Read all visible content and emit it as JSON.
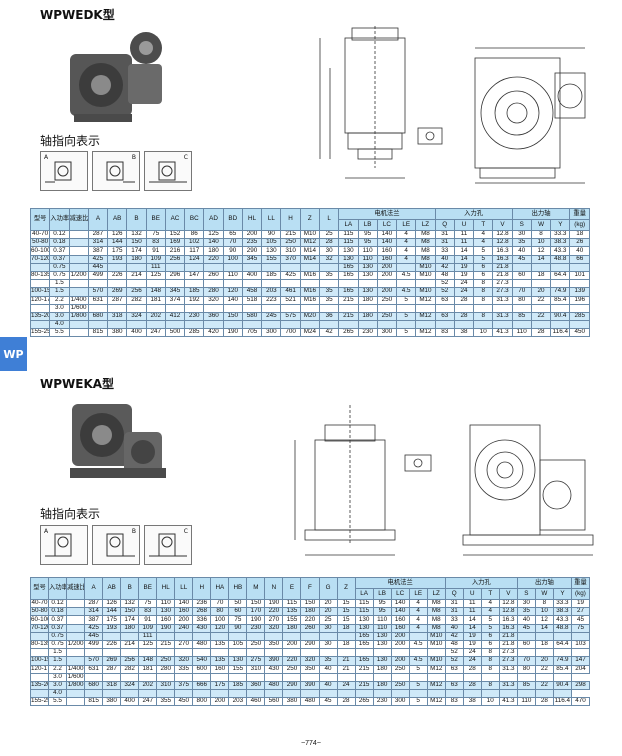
{
  "side_tab": "WP",
  "footer": "~774~",
  "sections": [
    {
      "title": "WPWEDK型",
      "subtitle": "轴指向表示",
      "views": [
        "A",
        "B",
        "C"
      ],
      "header_top": [
        "型号",
        "入功率",
        "减速比",
        "A",
        "AB",
        "B",
        "BE",
        "AC",
        "BC",
        "AD",
        "BD",
        "HL",
        "LL",
        "H",
        "Z",
        "L",
        "电机法兰",
        "入力孔",
        "出力轴",
        "重量"
      ],
      "header_sub": [
        "LA",
        "LB",
        "LC",
        "LE",
        "LZ",
        "Q",
        "U",
        "T",
        "V",
        "S",
        "W",
        "Y",
        "(kg)"
      ],
      "groups": [
        {
          "rows": [
            [
              "40-70",
              "0.12",
              "",
              "287",
              "126",
              "132",
              "75",
              "152",
              "86",
              "125",
              "65",
              "200",
              "90",
              "215",
              "M10",
              "25",
              "115",
              "95",
              "140",
              "4",
              "M8",
              "31",
              "11",
              "4",
              "12.8",
              "30",
              "8",
              "33.3",
              "18"
            ]
          ]
        },
        {
          "rows": [
            [
              "50-80",
              "0.18",
              "",
              "314",
              "144",
              "150",
              "83",
              "169",
              "102",
              "140",
              "70",
              "235",
              "105",
              "250",
              "M12",
              "28",
              "115",
              "95",
              "140",
              "4",
              "M8",
              "31",
              "11",
              "4",
              "12.8",
              "35",
              "10",
              "38.3",
              "26"
            ]
          ]
        },
        {
          "rows": [
            [
              "60-100",
              "0.37",
              "",
              "387",
              "175",
              "174",
              "91",
              "216",
              "117",
              "180",
              "90",
              "290",
              "130",
              "310",
              "M14",
              "30",
              "130",
              "110",
              "160",
              "4",
              "M8",
              "33",
              "14",
              "5",
              "16.3",
              "40",
              "12",
              "43.3",
              "40"
            ]
          ]
        },
        {
          "rows": [
            [
              "70-120",
              "0.37",
              "",
              "425",
              "193",
              "180",
              "109",
              "256",
              "124",
              "220",
              "100",
              "345",
              "155",
              "370",
              "M14",
              "32",
              "130",
              "110",
              "160",
              "4",
              "M8",
              "40",
              "14",
              "5",
              "16.3",
              "45",
              "14",
              "48.8",
              "66"
            ],
            [
              "",
              "0.75",
              "",
              "445",
              "",
              "",
              "111",
              "",
              "",
              "",
              "",
              "",
              "",
              "",
              "",
              "",
              "165",
              "130",
              "200",
              "",
              "M10",
              "42",
              "19",
              "6",
              "21.8",
              "",
              "",
              "",
              ""
            ]
          ]
        },
        {
          "rows": [
            [
              "80-135",
              "0.75",
              "1/200",
              "499",
              "226",
              "214",
              "125",
              "296",
              "147",
              "260",
              "110",
              "400",
              "185",
              "425",
              "M16",
              "35",
              "165",
              "130",
              "200",
              "4.5",
              "M10",
              "48",
              "19",
              "6",
              "21.8",
              "60",
              "18",
              "64.4",
              "101"
            ],
            [
              "",
              "1.5",
              "",
              "",
              "",
              "",
              "",
              "",
              "",
              "",
              "",
              "",
              "",
              "",
              "",
              "",
              "",
              "",
              "",
              "",
              "",
              "52",
              "24",
              "8",
              "27.3",
              "",
              "",
              "",
              ""
            ]
          ]
        },
        {
          "rows": [
            [
              "100-155",
              "1.5",
              "",
              "570",
              "269",
              "256",
              "148",
              "345",
              "185",
              "280",
              "120",
              "458",
              "203",
              "461",
              "M16",
              "35",
              "165",
              "130",
              "200",
              "4.5",
              "M10",
              "52",
              "24",
              "8",
              "27.3",
              "70",
              "20",
              "74.9",
              "139"
            ]
          ]
        },
        {
          "rows": [
            [
              "120-175",
              "2.2",
              "1/400",
              "631",
              "287",
              "282",
              "181",
              "374",
              "192",
              "320",
              "140",
              "518",
              "223",
              "521",
              "M16",
              "35",
              "215",
              "180",
              "250",
              "5",
              "M12",
              "63",
              "28",
              "8",
              "31.3",
              "80",
              "22",
              "85.4",
              "196"
            ],
            [
              "",
              "3.0",
              "1/600",
              "",
              "",
              "",
              "",
              "",
              "",
              "",
              "",
              "",
              "",
              "",
              "",
              "",
              "",
              "",
              "",
              "",
              "",
              "",
              "",
              "",
              "",
              "",
              "",
              "",
              ""
            ]
          ]
        },
        {
          "rows": [
            [
              "135-200",
              "3.0",
              "1/800",
              "680",
              "318",
              "324",
              "202",
              "412",
              "230",
              "360",
              "150",
              "580",
              "245",
              "575",
              "M20",
              "36",
              "215",
              "180",
              "250",
              "5",
              "M12",
              "63",
              "28",
              "8",
              "31.3",
              "85",
              "22",
              "90.4",
              "285"
            ],
            [
              "",
              "4.0",
              "",
              "",
              "",
              "",
              "",
              "",
              "",
              "",
              "",
              "",
              "",
              "",
              "",
              "",
              "",
              "",
              "",
              "",
              "",
              "",
              "",
              "",
              "",
              "",
              "",
              "",
              ""
            ]
          ]
        },
        {
          "rows": [
            [
              "155-250",
              "5.5",
              "",
              "815",
              "380",
              "400",
              "247",
              "500",
              "285",
              "420",
              "190",
              "705",
              "300",
              "700",
              "M24",
              "42",
              "265",
              "230",
              "300",
              "5",
              "M12",
              "83",
              "38",
              "10",
              "41.3",
              "110",
              "28",
              "116.4",
              "450"
            ]
          ]
        }
      ]
    },
    {
      "title": "WPWEKA型",
      "subtitle": "轴指向表示",
      "views": [
        "A",
        "B",
        "C"
      ],
      "header_top": [
        "型号",
        "入功率",
        "减速比",
        "A",
        "AB",
        "B",
        "BE",
        "HL",
        "LL",
        "H",
        "HA",
        "HB",
        "M",
        "N",
        "E",
        "F",
        "G",
        "Z",
        "电机法兰",
        "入力孔",
        "出力轴",
        "重量"
      ],
      "header_sub": [
        "LA",
        "LB",
        "LC",
        "LE",
        "LZ",
        "Q",
        "U",
        "T",
        "V",
        "S",
        "W",
        "Y",
        "(kg)"
      ],
      "groups": [
        {
          "rows": [
            [
              "40-70",
              "0.12",
              "",
              "287",
              "126",
              "132",
              "75",
              "110",
              "140",
              "236",
              "70",
              "50",
              "150",
              "190",
              "115",
              "150",
              "20",
              "15",
              "115",
              "95",
              "140",
              "4",
              "M8",
              "31",
              "11",
              "4",
              "12.8",
              "30",
              "8",
              "33.3",
              "19"
            ]
          ]
        },
        {
          "rows": [
            [
              "50-80",
              "0.18",
              "",
              "314",
              "144",
              "150",
              "83",
              "130",
              "160",
              "268",
              "80",
              "60",
              "170",
              "220",
              "135",
              "180",
              "20",
              "15",
              "115",
              "95",
              "140",
              "4",
              "M8",
              "31",
              "11",
              "4",
              "12.8",
              "35",
              "10",
              "38.3",
              "27"
            ]
          ]
        },
        {
          "rows": [
            [
              "60-100",
              "0.37",
              "",
              "387",
              "175",
              "174",
              "91",
              "160",
              "200",
              "336",
              "100",
              "75",
              "190",
              "270",
              "155",
              "220",
              "25",
              "15",
              "130",
              "110",
              "160",
              "4",
              "M8",
              "33",
              "14",
              "5",
              "16.3",
              "40",
              "12",
              "43.3",
              "45"
            ]
          ]
        },
        {
          "rows": [
            [
              "70-120",
              "0.37",
              "",
              "425",
              "193",
              "180",
              "109",
              "190",
              "240",
              "430",
              "120",
              "90",
              "230",
              "320",
              "180",
              "260",
              "30",
              "18",
              "130",
              "110",
              "160",
              "4",
              "M8",
              "40",
              "14",
              "5",
              "16.3",
              "45",
              "14",
              "48.8",
              "75"
            ],
            [
              "",
              "0.75",
              "",
              "445",
              "",
              "",
              "111",
              "",
              "",
              "",
              "",
              "",
              "",
              "",
              "",
              "",
              "",
              "",
              "165",
              "130",
              "200",
              "",
              "M10",
              "42",
              "19",
              "6",
              "21.8",
              "",
              "",
              "",
              ""
            ]
          ]
        },
        {
          "rows": [
            [
              "80-135",
              "0.75",
              "1/200",
              "499",
              "226",
              "214",
              "125",
              "215",
              "270",
              "480",
              "135",
              "105",
              "250",
              "350",
              "200",
              "290",
              "30",
              "18",
              "165",
              "130",
              "200",
              "4.5",
              "M10",
              "48",
              "19",
              "6",
              "21.8",
              "60",
              "18",
              "64.4",
              "103"
            ],
            [
              "",
              "1.5",
              "",
              "",
              "",
              "",
              "",
              "",
              "",
              "",
              "",
              "",
              "",
              "",
              "",
              "",
              "",
              "",
              "",
              "",
              "",
              "",
              "",
              "52",
              "24",
              "8",
              "27.3",
              "",
              "",
              "",
              ""
            ]
          ]
        },
        {
          "rows": [
            [
              "100-155",
              "1.5",
              "",
              "570",
              "269",
              "256",
              "148",
              "250",
              "320",
              "540",
              "135",
              "130",
              "275",
              "390",
              "220",
              "320",
              "35",
              "21",
              "165",
              "130",
              "200",
              "4.5",
              "M10",
              "52",
              "24",
              "8",
              "27.3",
              "70",
              "20",
              "74.9",
              "147"
            ]
          ]
        },
        {
          "rows": [
            [
              "120-175",
              "2.2",
              "1/400",
              "631",
              "287",
              "282",
              "181",
              "280",
              "335",
              "600",
              "160",
              "155",
              "310",
              "430",
              "250",
              "350",
              "40",
              "21",
              "215",
              "180",
              "250",
              "5",
              "M12",
              "63",
              "28",
              "8",
              "31.3",
              "80",
              "22",
              "85.4",
              "204"
            ],
            [
              "",
              "3.0",
              "1/600",
              "",
              "",
              "",
              "",
              "",
              "",
              "",
              "",
              "",
              "",
              "",
              "",
              "",
              "",
              "",
              "",
              "",
              "",
              "",
              "",
              "",
              "",
              "",
              "",
              "",
              "",
              ""
            ]
          ]
        },
        {
          "rows": [
            [
              "135-200",
              "3.0",
              "1/800",
              "680",
              "318",
              "324",
              "202",
              "310",
              "375",
              "666",
              "175",
              "185",
              "360",
              "480",
              "290",
              "390",
              "40",
              "24",
              "215",
              "180",
              "250",
              "5",
              "M12",
              "63",
              "28",
              "8",
              "31.3",
              "85",
              "22",
              "90.4",
              "298"
            ],
            [
              "",
              "4.0",
              "",
              "",
              "",
              "",
              "",
              "",
              "",
              "",
              "",
              "",
              "",
              "",
              "",
              "",
              "",
              "",
              "",
              "",
              "",
              "",
              "",
              "",
              "",
              "",
              "",
              "",
              "",
              ""
            ]
          ]
        },
        {
          "rows": [
            [
              "155-250",
              "5.5",
              "",
              "815",
              "380",
              "400",
              "247",
              "355",
              "450",
              "800",
              "200",
              "203",
              "460",
              "560",
              "380",
              "480",
              "45",
              "28",
              "265",
              "230",
              "300",
              "5",
              "M12",
              "83",
              "38",
              "10",
              "41.3",
              "110",
              "28",
              "116.4",
              "470"
            ]
          ]
        }
      ]
    }
  ]
}
